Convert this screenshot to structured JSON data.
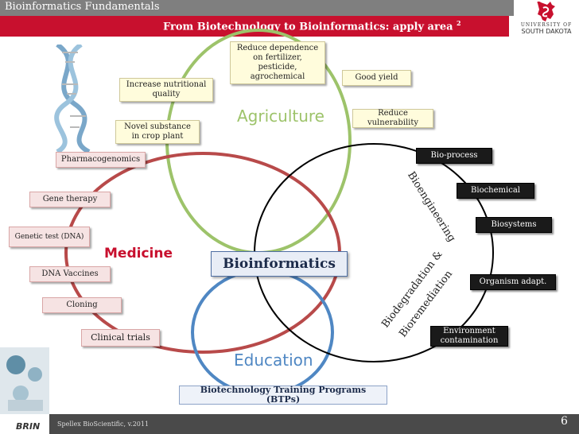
{
  "header": {
    "title": "Bioinformatics Fundamentals",
    "subtitle": "From Biotechnology to Bioinformatics: apply area",
    "subtitle_sup": "2"
  },
  "logo": {
    "university_line": "UNIVERSITY OF",
    "name_line": "SOUTH DAKOTA"
  },
  "center": {
    "label": "Bioinformatics"
  },
  "agriculture": {
    "label": "Agriculture",
    "items": [
      "Reduce dependence on fertilizer, pesticide, agrochemical",
      "Good yield",
      "Increase nutritional quality",
      "Reduce vulnerability",
      "Novel substance in crop plant"
    ]
  },
  "medicine": {
    "label": "Medicine",
    "items": [
      "Pharmacogenomics",
      "Gene therapy",
      "Genetic test (DNA)",
      "DNA Vaccines",
      "Cloning",
      "Clinical trials"
    ]
  },
  "bioengineering": {
    "label": "Bioengineering",
    "items": [
      "Bio-process",
      "Biochemical",
      "Biosystems"
    ]
  },
  "biodegradation": {
    "label_line1": "Biodegradation &",
    "label_line2": "Bioremediation",
    "items": [
      "Organism adapt.",
      "Environment contamination"
    ]
  },
  "education": {
    "label": "Education",
    "items": [
      "Biotechnology Training Programs (BTPs)"
    ]
  },
  "footer": {
    "credit": "Spellex BioScientific, v.2011",
    "brin": "BRIN",
    "page": "6"
  },
  "colors": {
    "agriculture": "#9dc36a",
    "medicine": "#b84a4a",
    "education": "#4f87c3",
    "bioengineering": "#000000",
    "accent_red": "#c8102e"
  }
}
